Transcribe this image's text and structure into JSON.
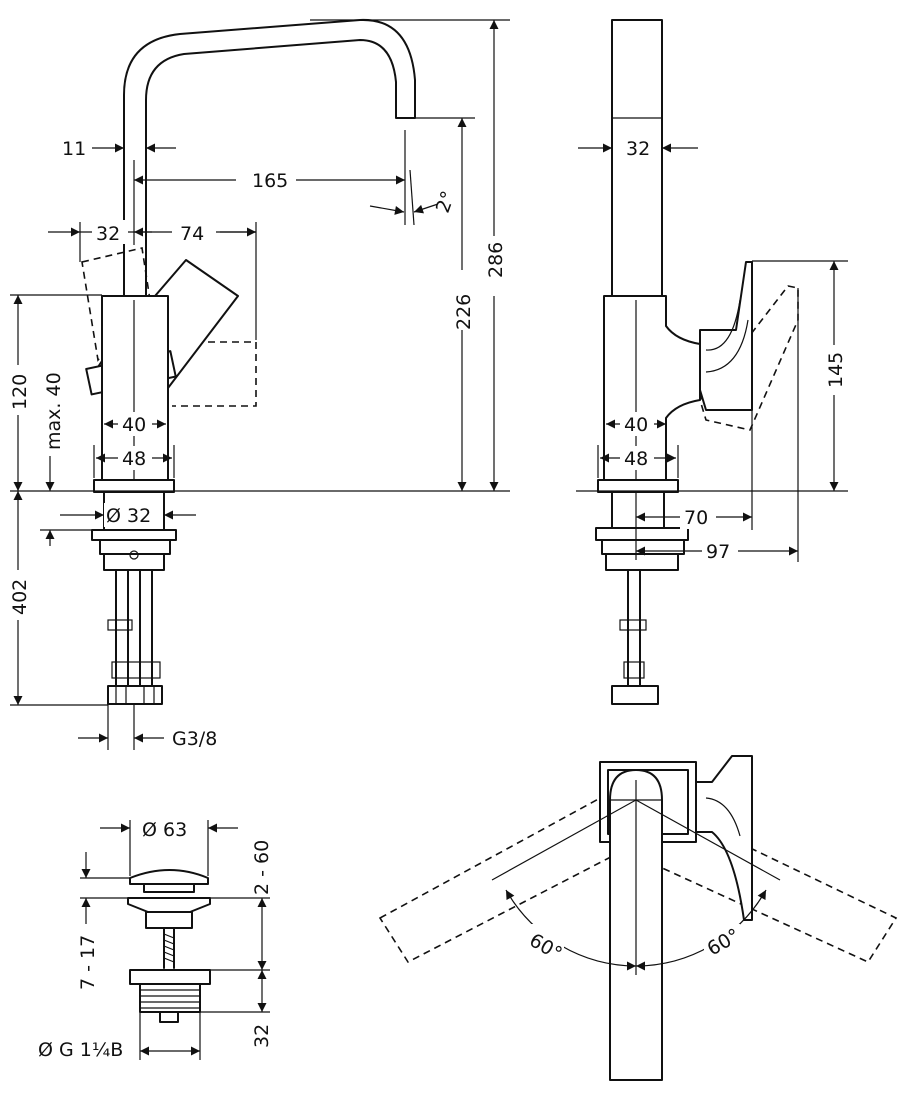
{
  "front_view": {
    "dim_11": "11",
    "dim_165": "165",
    "dim_2deg": "2°",
    "dim_32": "32",
    "dim_74": "74",
    "dim_226": "226",
    "dim_286": "286",
    "dim_120": "120",
    "dim_max40": "max. 40",
    "dim_40": "40",
    "dim_48": "48",
    "dim_d32": "Ø 32",
    "dim_402": "402",
    "dim_g38": "G3/8"
  },
  "side_view": {
    "dim_32": "32",
    "dim_145": "145",
    "dim_40": "40",
    "dim_48": "48",
    "dim_70": "70",
    "dim_97": "97"
  },
  "drain_view": {
    "dim_d63": "Ø 63",
    "dim_2_60": "2 - 60",
    "dim_7_17": "7 - 17",
    "dim_32": "32",
    "dim_g114b": "Ø G 1¼B"
  },
  "top_view": {
    "angle_left": "60°",
    "angle_right": "60°"
  }
}
